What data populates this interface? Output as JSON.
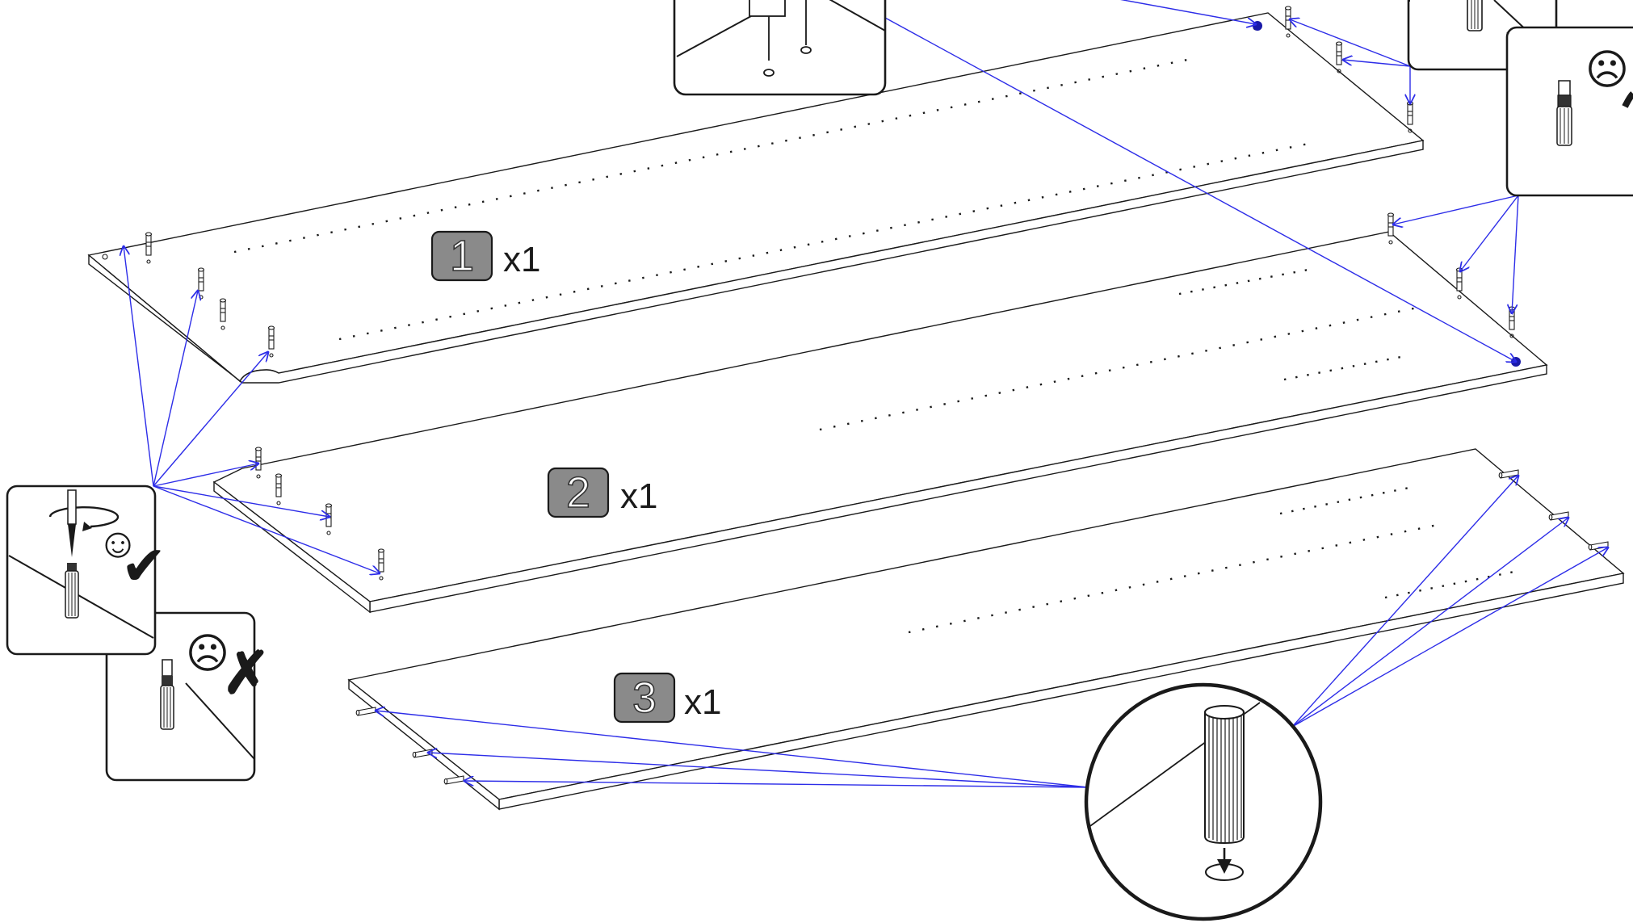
{
  "parts": [
    {
      "number": "1",
      "quantity": "x1"
    },
    {
      "number": "2",
      "quantity": "x1"
    },
    {
      "number": "3",
      "quantity": "x1"
    }
  ],
  "symbols": {
    "correct": "☺",
    "incorrect": "☹",
    "check": "✔",
    "cross": "✗"
  },
  "colors": {
    "line": "#1a1a1a",
    "arrow": "#2d2de8",
    "badge_fill": "#8a8a8a",
    "badge_text": "#ffffff"
  },
  "icons": [
    "screwdriver-icon",
    "rotate-arrow-icon",
    "cam-dowel-icon",
    "wooden-dowel-icon"
  ]
}
